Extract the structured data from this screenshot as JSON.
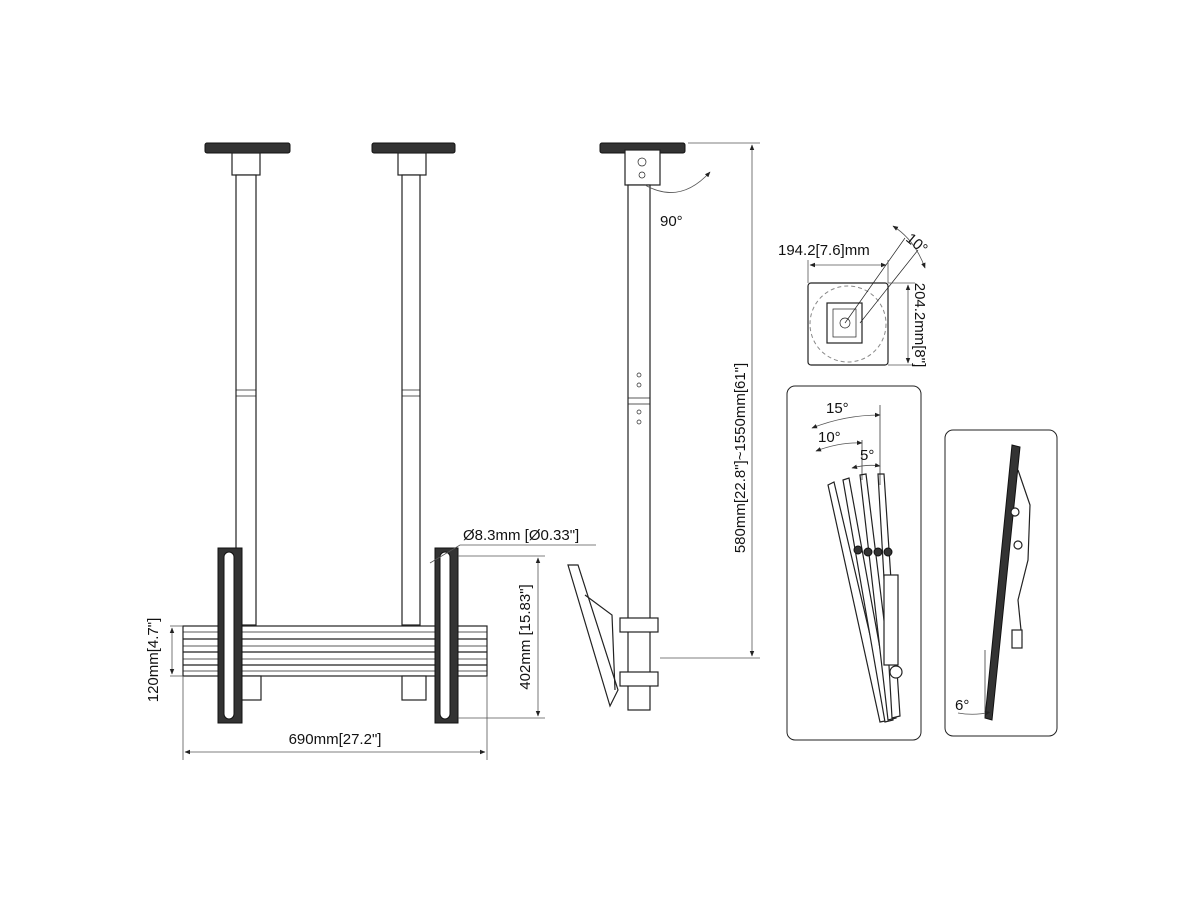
{
  "labels": {
    "rotation_angle": "90°",
    "plate_width": "194.2[7.6]mm",
    "plate_angle": "10°",
    "plate_height": "204.2mm[8\"]",
    "pole_length": "580mm[22.8\"]~1550mm[61\"]",
    "hole_diameter": "Ø8.3mm [Ø0.33\"]",
    "rail_height": "402mm [15.83\"]",
    "bar_height": "120mm[4.7\"]",
    "bar_width": "690mm[27.2\"]",
    "tilt_15": "15°",
    "tilt_10": "10°",
    "tilt_5": "5°",
    "tilt_6": "6°"
  }
}
